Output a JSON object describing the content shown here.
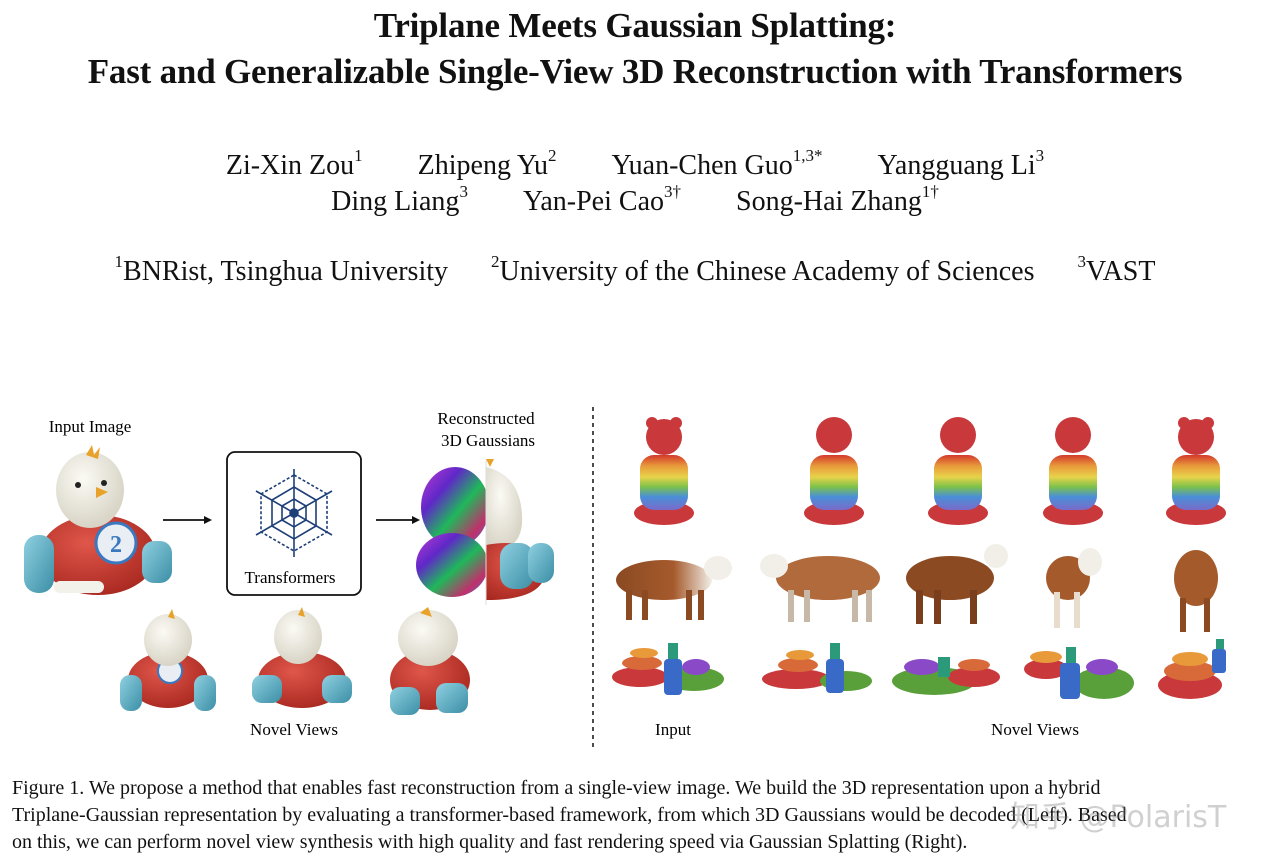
{
  "title": {
    "line1": "Triplane Meets Gaussian Splatting:",
    "line2": "Fast and Generalizable Single-View 3D Reconstruction with Transformers"
  },
  "authors": [
    {
      "name": "Zi-Xin Zou",
      "sup": "1"
    },
    {
      "name": "Zhipeng Yu",
      "sup": "2"
    },
    {
      "name": "Yuan-Chen Guo",
      "sup": "1,3*"
    },
    {
      "name": "Yangguang Li",
      "sup": "3"
    },
    {
      "name": "Ding Liang",
      "sup": "3"
    },
    {
      "name": "Yan-Pei Cao",
      "sup": "3†"
    },
    {
      "name": "Song-Hai Zhang",
      "sup": "1†"
    }
  ],
  "affiliations": [
    {
      "sup": "1",
      "name": "BNRist, Tsinghua University"
    },
    {
      "sup": "2",
      "name": "University of the Chinese Academy of Sciences"
    },
    {
      "sup": "3",
      "name": "VAST"
    }
  ],
  "figure": {
    "input_image_label": "Input Image",
    "transformers_label": "Transformers",
    "reconstructed_label_1": "Reconstructed",
    "reconstructed_label_2": "3D Gaussians",
    "left_novel_views_label": "Novel Views",
    "right_input_label": "Input",
    "right_novel_views_label": "Novel Views",
    "badge_number": "2"
  },
  "caption": {
    "line1": "Figure 1. We propose a method that enables fast reconstruction from a single-view image. We build the 3D representation upon a hybrid",
    "line2": "Triplane-Gaussian representation by evaluating a transformer-based framework, from which 3D Gaussians would be decoded (Left). Based",
    "line3": "on this, we can perform novel view synthesis with high quality and fast rendering speed via Gaussian Splatting (Right)."
  },
  "watermark": "知乎 @PolarisT"
}
